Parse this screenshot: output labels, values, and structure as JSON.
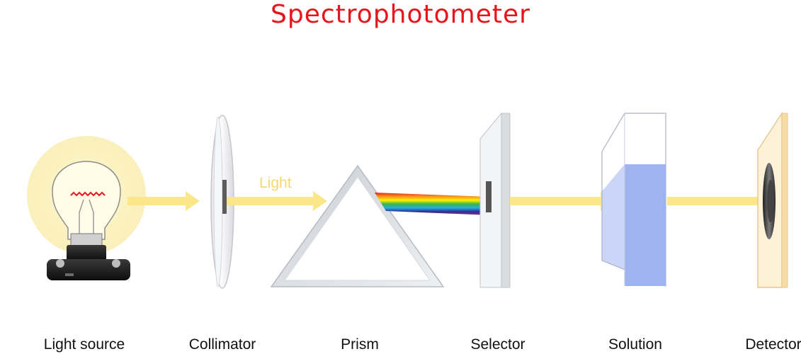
{
  "title": "Spectrophotometer",
  "beam_label": "Light",
  "components": [
    {
      "id": "light-source",
      "label": "Light source"
    },
    {
      "id": "collimator",
      "label": "Collimator"
    },
    {
      "id": "prism",
      "label": "Prism"
    },
    {
      "id": "selector",
      "label": "Selector"
    },
    {
      "id": "solution",
      "label": "Solution"
    },
    {
      "id": "detector",
      "label": "Detector"
    }
  ],
  "colors": {
    "title": "#e8141b",
    "beam": "#fce68a",
    "glow": "#fbf3c2",
    "solution": "#9fb3f0",
    "detector_panel": "#fdf1d8",
    "label_text": "#111111"
  }
}
